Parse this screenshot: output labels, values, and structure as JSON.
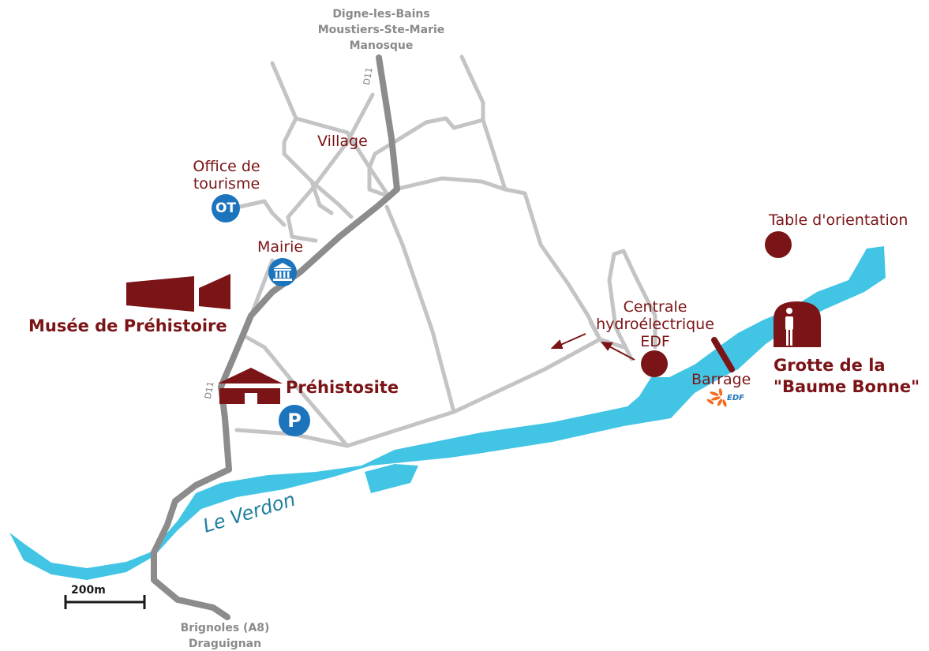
{
  "destinations": {
    "north": [
      "Digne-les-Bains",
      "Moustiers-Ste-Marie",
      "Manosque"
    ],
    "south": [
      "Brignoles (A8)",
      "Draguignan"
    ]
  },
  "road_labels": {
    "north": "D11",
    "south": "D11"
  },
  "places": {
    "village": "Village",
    "office_line1": "Office de",
    "office_line2": "tourisme",
    "office_badge": "OT",
    "mairie": "Mairie",
    "musee": "Musée de Préhistoire",
    "prehistosite": "Préhistosite",
    "parking": "P",
    "table": "Table d'orientation",
    "centrale_line1": "Centrale",
    "centrale_line2": "hydroélectrique",
    "centrale_line3": "EDF",
    "barrage": "Barrage",
    "edf_logo_text": "EDF",
    "grotte_line1": "Grotte de la",
    "grotte_line2": "\"Baume Bonne\""
  },
  "river": {
    "name": "Le Verdon"
  },
  "scale": {
    "label": "200m"
  },
  "colors": {
    "river": "#42c5e5",
    "road_main": "#8c8c8c",
    "road_minor": "#c4c4c6",
    "accent": "#7b1416",
    "badge_blue": "#1c74bc",
    "edf_orange": "#f26c21"
  }
}
